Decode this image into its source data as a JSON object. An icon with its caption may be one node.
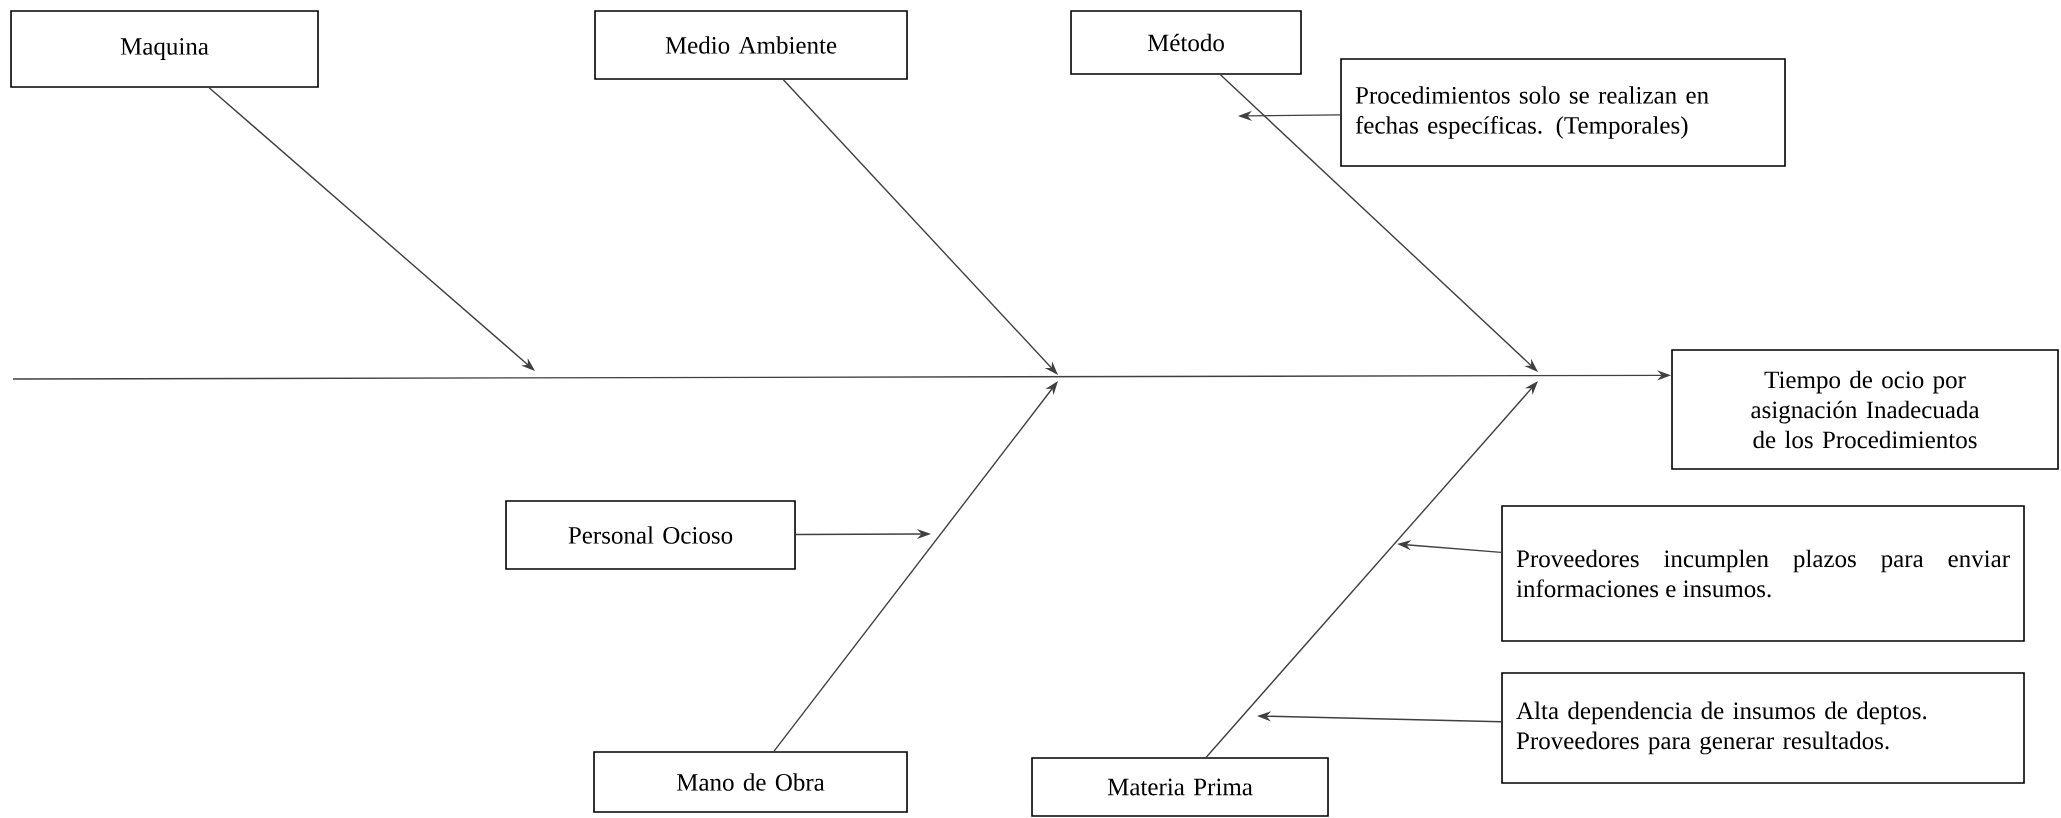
{
  "diagram": {
    "nodes": [
      {
        "text": [
          "Maquina"
        ]
      },
      {
        "text": [
          "Medio Ambiente"
        ]
      },
      {
        "text": [
          "Método"
        ]
      },
      {
        "text": [
          "Procedimientos solo se realizan en fechas específicas. (Temporales)"
        ]
      },
      {
        "text": [
          "Tiempo de ocio por asignación Inadecuada de los Procedimientos"
        ]
      },
      {
        "text": [
          "Personal Ocioso"
        ]
      },
      {
        "text": [
          "Proveedores incumplen plazos para enviar informaciones e insumos."
        ]
      },
      {
        "text": [
          "Alta dependencia de insumos de deptos. Proveedores para generar resultados."
        ]
      },
      {
        "text": [
          "Mano de Obra"
        ]
      },
      {
        "text": [
          "Materia Prima"
        ]
      }
    ],
    "edges": [
      {
        "from": null,
        "to": 4,
        "arrow": "to"
      },
      {
        "from": 0,
        "to": null,
        "arrow": "to"
      },
      {
        "from": 1,
        "to": null,
        "arrow": "to"
      },
      {
        "from": 2,
        "to": null,
        "arrow": "to"
      },
      {
        "from": 3,
        "to": null,
        "arrow": "to"
      },
      {
        "from": 8,
        "to": null,
        "arrow": "to"
      },
      {
        "from": 5,
        "to": null,
        "arrow": "to"
      },
      {
        "from": 9,
        "to": null,
        "arrow": "to"
      },
      {
        "from": 6,
        "to": null,
        "arrow": "to"
      },
      {
        "from": 7,
        "to": null,
        "arrow": "to"
      }
    ]
  }
}
